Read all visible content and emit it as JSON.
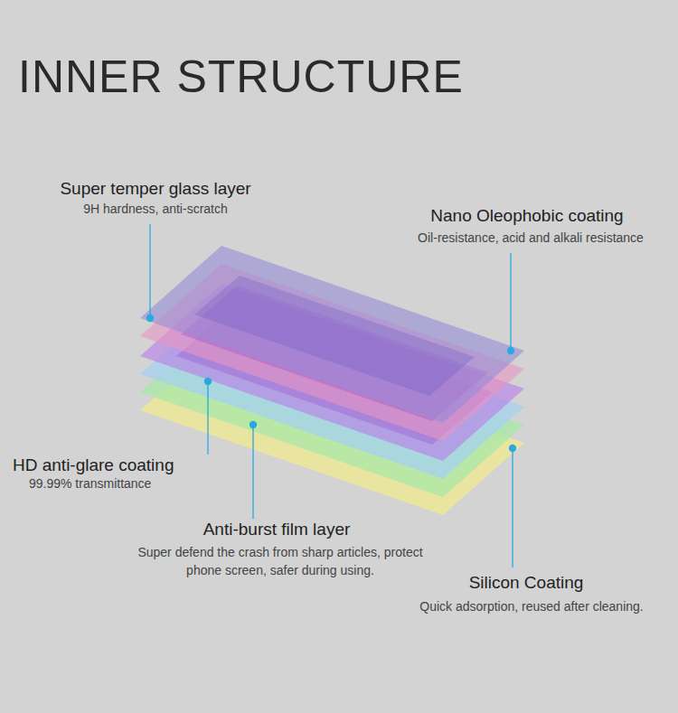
{
  "diagram": {
    "title": "INNER STRUCTURE",
    "labels": [
      "Super temper glass layer",
      "9H hardness, anti-scratch",
      "Nano Oleophobic coating",
      "Oil-resistance, acid and alkali resistance",
      "HD anti-glare coating",
      "99.99% transmittance",
      "Anti-burst film layer",
      "Super defend the crash from sharp articles, protect phone screen, safer during using.",
      "Silicon Coating",
      "Quick adsorption, reused after cleaning."
    ]
  }
}
